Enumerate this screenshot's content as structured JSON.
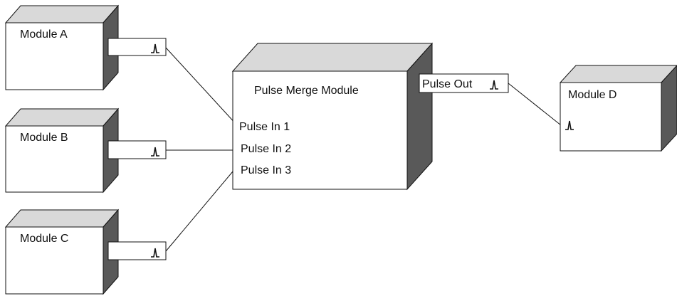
{
  "diagram": {
    "modules": {
      "a": {
        "label": "Module A"
      },
      "b": {
        "label": "Module B"
      },
      "c": {
        "label": "Module C"
      },
      "merge": {
        "label": "Pulse Merge Module"
      },
      "d": {
        "label": "Module D"
      }
    },
    "ports": {
      "in1": "Pulse In 1",
      "in2": "Pulse In 2",
      "in3": "Pulse In 3",
      "out": "Pulse Out"
    },
    "pulse_symbol": "⅄",
    "colors": {
      "front_face": "#ffffff",
      "top_face": "#d9d9d9",
      "side_face": "#595959",
      "stroke": "#111111"
    }
  }
}
